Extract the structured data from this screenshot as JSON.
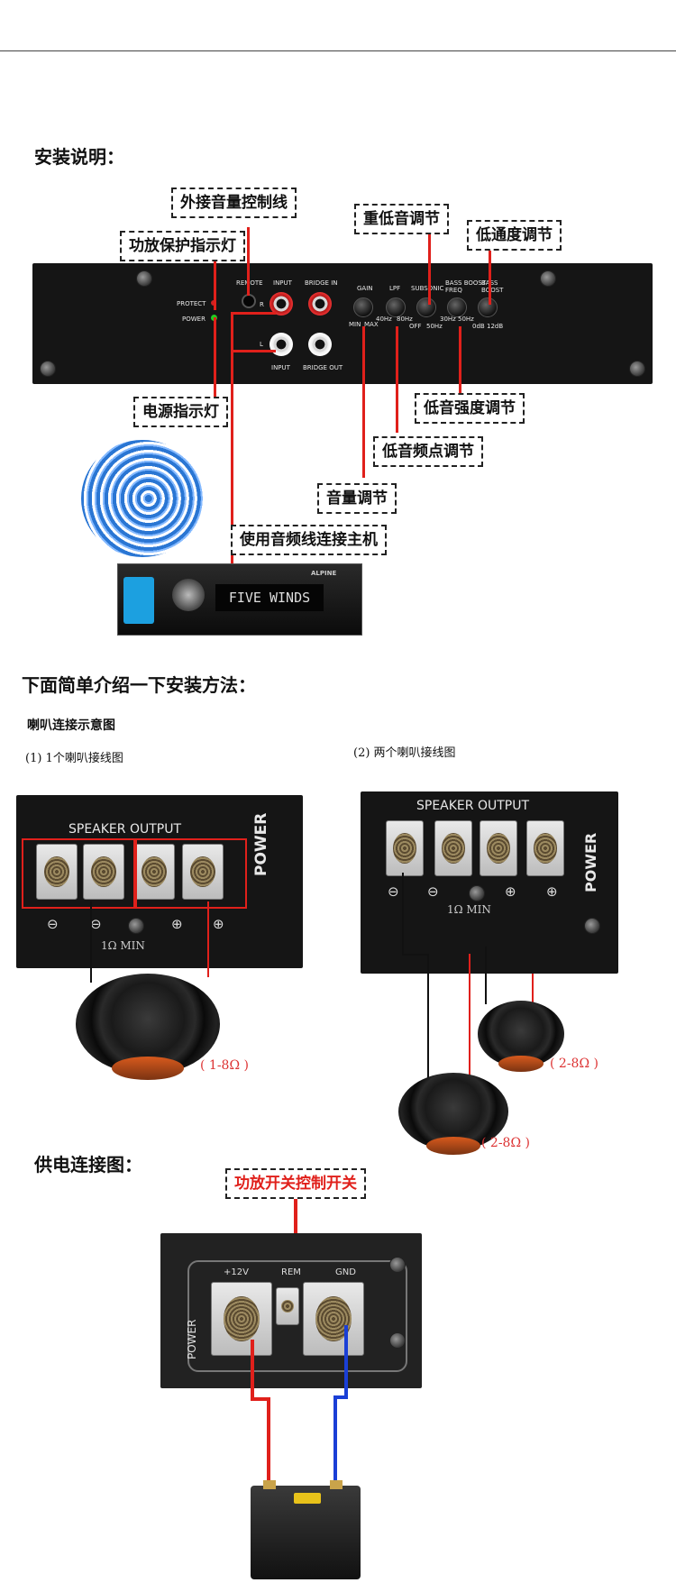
{
  "section1": {
    "title": "安装说明：",
    "callouts": {
      "remote_line": "外接音量控制线",
      "protect_led": "功放保护指示灯",
      "bass_boost_adj": "重低音调节",
      "lowpass_adj": "低通度调节",
      "power_led": "电源指示灯",
      "bass_strength": "低音强度调节",
      "bass_freq": "低音频点调节",
      "volume_adj": "音量调节",
      "connect_host": "使用音频线连接主机"
    },
    "panel": {
      "remote": "REMOTE",
      "input": "INPUT",
      "bridge_in": "BRIDGE IN",
      "protect": "PROTECT",
      "power": "POWER",
      "r": "R",
      "l": "L",
      "input_bottom": "INPUT",
      "bridge_out": "BRIDGE OUT",
      "gain": "GAIN",
      "lpf": "LPF",
      "subsonic": "SUBSONIC",
      "bass_boost_freq": "BASS BOOST FREQ",
      "bass_boost": "BASS BOOST",
      "min": "MIN",
      "max": "MAX",
      "hz40": "40Hz",
      "hz80": "80Hz",
      "off": "OFF",
      "hz50": "50Hz",
      "hz30": "30Hz",
      "hz50b": "50Hz",
      "db0": "0dB",
      "db12": "12dB"
    },
    "head_unit": {
      "display": "FIVE WINDS",
      "brand": "ALPINE"
    }
  },
  "section2": {
    "title": "下面简单介绍一下安装方法：",
    "subtitle": "喇叭连接示意图",
    "diagram1_label": "(1)  1个喇叭接线图",
    "diagram2_label": "(2)  两个喇叭接线图",
    "speaker_output": "SPEAKER OUTPUT",
    "power": "POWER",
    "min_label": "1Ω MIN",
    "ohm1": "( 1-8Ω )",
    "ohm2a": "( 2-8Ω )",
    "ohm2b": "( 2-8Ω )"
  },
  "section3": {
    "title": "供电连接图：",
    "switch_callout": "功放开关控制开关",
    "plus12v": "+12V",
    "rem": "REM",
    "gnd": "GND",
    "power": "POWER"
  },
  "colors": {
    "wire_red": "#e0201b",
    "wire_blue": "#1a3fd6",
    "panel_black": "#151515"
  }
}
